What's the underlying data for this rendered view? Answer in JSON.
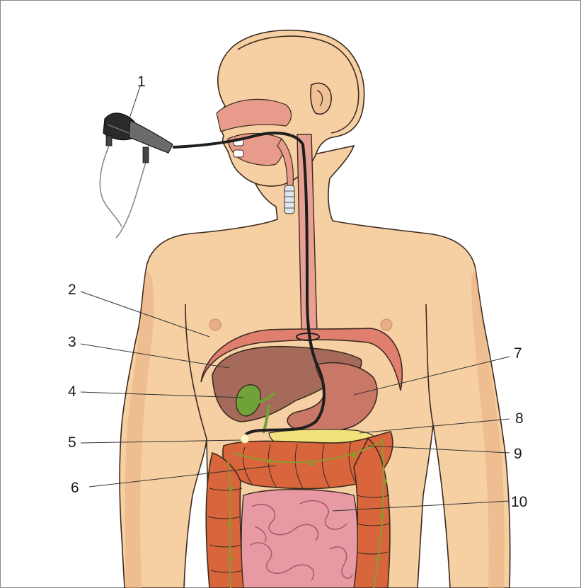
{
  "colors": {
    "skin": "#F6CFA3",
    "skin_shadow": "#E7B083",
    "outline": "#3A2A20",
    "diaphragm": "#E17F6F",
    "liver": "#A56A5A",
    "stomach": "#C97766",
    "gallbladder": "#6FA33A",
    "colon": "#D8653B",
    "small_intestine": "#E79AA3",
    "pancreas": "#F1E37C",
    "vessels": "#8C9A2E",
    "endoscope": "#1E1E1E",
    "frame": "#8A8A8A"
  },
  "callouts": [
    {
      "id": "1",
      "label": "1"
    },
    {
      "id": "2",
      "label": "2"
    },
    {
      "id": "3",
      "label": "3"
    },
    {
      "id": "4",
      "label": "4"
    },
    {
      "id": "5",
      "label": "5"
    },
    {
      "id": "6",
      "label": "6"
    },
    {
      "id": "7",
      "label": "7"
    },
    {
      "id": "8",
      "label": "8"
    },
    {
      "id": "9",
      "label": "9"
    },
    {
      "id": "10",
      "label": "10"
    }
  ]
}
